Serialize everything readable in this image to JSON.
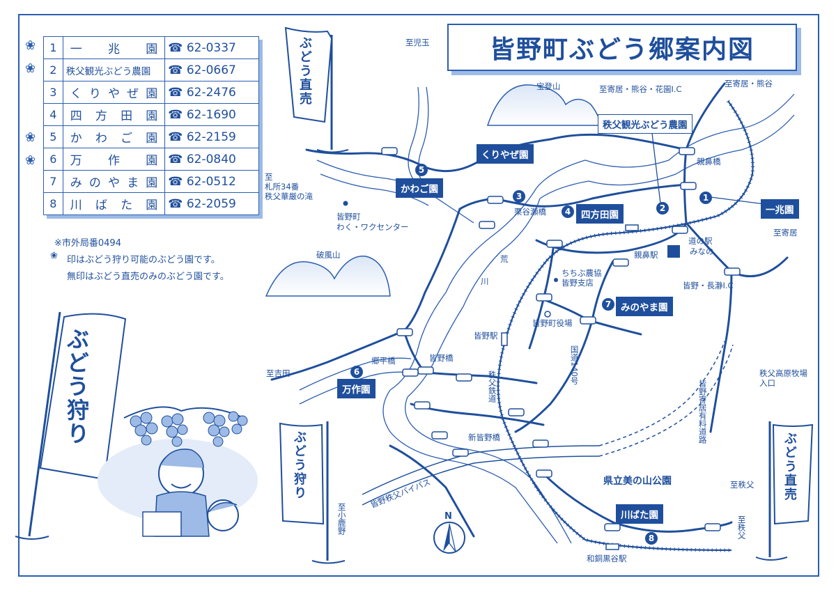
{
  "title": "皆野町ぶどう郷案内図",
  "farms": [
    {
      "num": "1",
      "name": "一　兆　園",
      "tel": "☎ 62-0337",
      "pick": true
    },
    {
      "num": "2",
      "name": "秩父観光ぶどう農園",
      "tel": "☎ 62-0667",
      "pick": true
    },
    {
      "num": "3",
      "name": "くりやぜ園",
      "tel": "☎ 62-2476",
      "pick": false
    },
    {
      "num": "4",
      "name": "四方田園",
      "tel": "☎ 62-1690",
      "pick": false
    },
    {
      "num": "5",
      "name": "かわご園",
      "tel": "☎ 62-2159",
      "pick": true
    },
    {
      "num": "6",
      "name": "万　作　園",
      "tel": "☎ 62-0840",
      "pick": true
    },
    {
      "num": "7",
      "name": "みのやま園",
      "tel": "☎ 62-0512",
      "pick": false
    },
    {
      "num": "8",
      "name": "川ばた園",
      "tel": "☎ 62-2059",
      "pick": false
    }
  ],
  "notes": {
    "area_code": "※市外局番0494",
    "legend_pick": "印はぶどう狩り可能のぶどう園です。",
    "legend_direct": "無印はぶどう直売のみのぶどう園です。"
  },
  "banners": {
    "direct_sale": "ぶどう直売",
    "picking": "ぶどう狩り"
  },
  "map_labels": {
    "kodama": "至児玉",
    "houtousan": "宝登山",
    "yorii_kumagaya_hanazono": "至寄居・熊谷・花園I.C",
    "yorii_kumagaya": "至寄居・熊谷",
    "fudasho_line1": "至",
    "fudasho_line2": "札所34番",
    "fudasho_line3": "秩父華厳の滝",
    "wakuwaku_line1": "皆野町",
    "wakuwaku_line2": "わく・ワクセンター",
    "oyahana_bridge": "親鼻橋",
    "kuriyaze_bridge": "栗谷瀬橋",
    "roadside_line1": "道の駅",
    "roadside_line2": "みなの",
    "oyahana_station": "親鼻駅",
    "yorii": "至寄居",
    "hafuusan": "破風山",
    "ara": "荒",
    "kawa": "川",
    "ja_line1": "ちちぶ農協",
    "ja_line2": "皆野支店",
    "townhall": "皆野町役場",
    "nagatoro_ic": "皆野・長瀞I.C",
    "minano_station": "皆野駅",
    "route140": "国道140号",
    "yoshida": "至吉田",
    "gouhira_bridge": "郷平橋",
    "minano_bridge": "皆野橋",
    "chichibu_railway": "秩父鉄道",
    "kanto_road": "皆野寄居有料道路",
    "ranch_line1": "秩父高原牧場",
    "ranch_line2": "入口",
    "shinminano_bridge": "新皆野橋",
    "park": "県立美の山公園",
    "bypass": "皆野秩父バイパス",
    "koshikano": "至小鹿野",
    "chichibu1": "至秩父",
    "chichibu2": "至秩父",
    "wadoukuroya": "和銅黒谷駅",
    "north": "N"
  },
  "map_farms": [
    {
      "num": "1",
      "label": "一兆園"
    },
    {
      "num": "2",
      "label": "秩父観光ぶどう農園"
    },
    {
      "num": "3",
      "label": "くりやぜ園"
    },
    {
      "num": "4",
      "label": "四方田園"
    },
    {
      "num": "5",
      "label": "かわご園"
    },
    {
      "num": "6",
      "label": "万作園"
    },
    {
      "num": "7",
      "label": "みのやま園"
    },
    {
      "num": "8",
      "label": "川ばた園"
    }
  ],
  "colors": {
    "primary": "#1f4f9c",
    "accent": "#2a5db0",
    "light": "#9dbbe6",
    "pale": "#e3ecf8"
  }
}
